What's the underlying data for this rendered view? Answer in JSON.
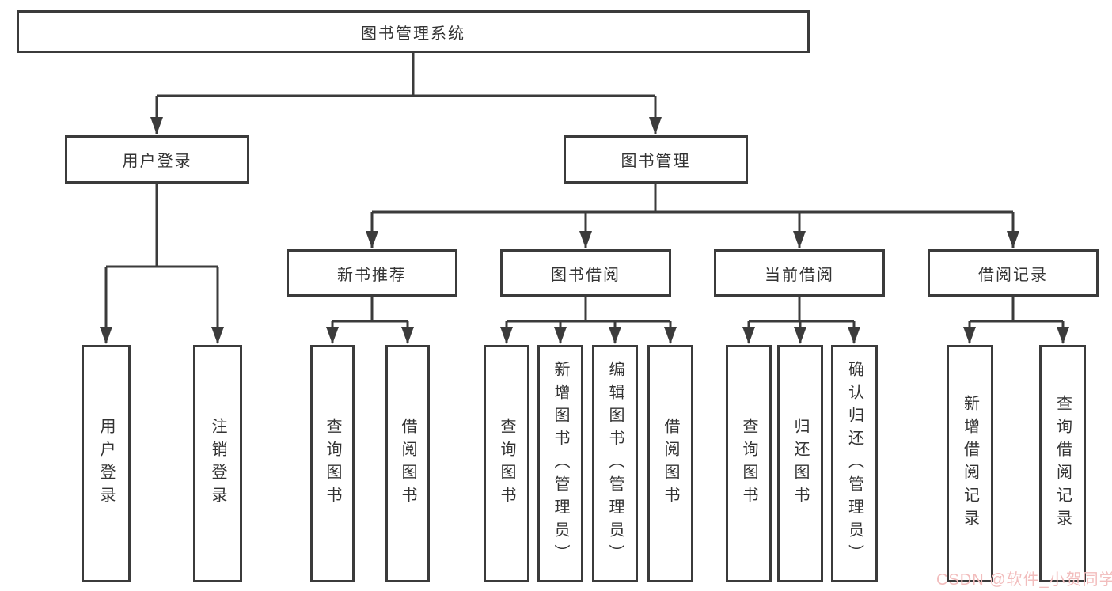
{
  "tree": {
    "root_label": "图书管理系统",
    "user_login": {
      "label": "用户登录",
      "children": [
        {
          "label": "用户登录"
        },
        {
          "label": "注销登录"
        }
      ]
    },
    "book_management": {
      "label": "图书管理",
      "sections": [
        {
          "label": "新书推荐",
          "children": [
            {
              "label": "查询图书"
            },
            {
              "label": "借阅图书"
            }
          ]
        },
        {
          "label": "图书借阅",
          "children": [
            {
              "label": "查询图书"
            },
            {
              "label": "新增图书（管理员）"
            },
            {
              "label": "编辑图书（管理员）"
            },
            {
              "label": "借阅图书"
            }
          ]
        },
        {
          "label": "当前借阅",
          "children": [
            {
              "label": "查询图书"
            },
            {
              "label": "归还图书"
            },
            {
              "label": "确认归还（管理员）"
            }
          ]
        },
        {
          "label": "借阅记录",
          "children": [
            {
              "label": "新增借阅记录"
            },
            {
              "label": "查询借阅记录"
            }
          ]
        }
      ]
    }
  },
  "watermark": {
    "text": "CSDN @软件_小贺同学",
    "color": "#f2bdbd"
  },
  "colors": {
    "border": "#3b3b3b",
    "text": "#333333",
    "background": "#ffffff"
  }
}
